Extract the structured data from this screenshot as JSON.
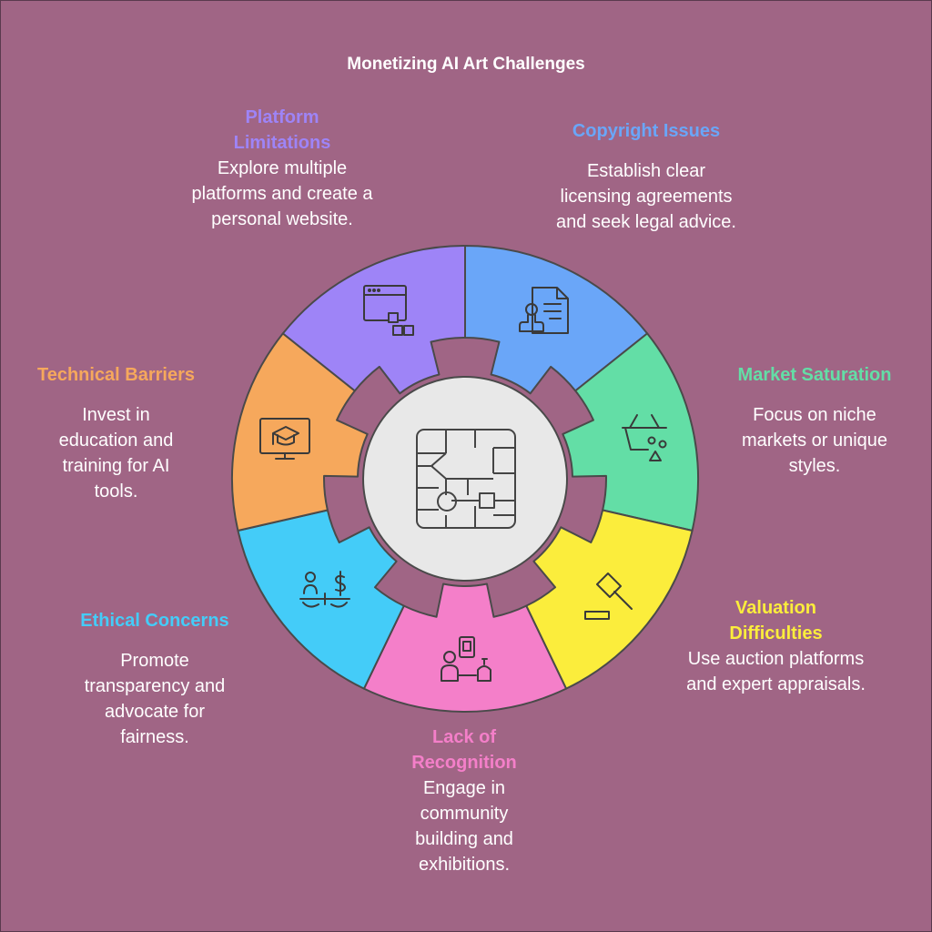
{
  "title": "Monetizing AI Art Challenges",
  "colors": {
    "background": "#a06585",
    "copyright": "#6aa6f8",
    "market": "#63dea6",
    "valuation": "#fbed3c",
    "recognition": "#f47fc9",
    "ethical": "#44ccf8",
    "technical": "#f6a85c",
    "platform": "#9e84f7",
    "center": "#e8e8e8"
  },
  "center": {
    "icon": "circuit-chip-icon"
  },
  "segments": [
    {
      "key": "copyright",
      "heading": "Copyright Issues",
      "description": "Establish clear licensing agreements and seek legal advice.",
      "icon": "document-stamp-icon"
    },
    {
      "key": "market",
      "heading": "Market Saturation",
      "description": "Focus on niche markets or unique styles.",
      "icon": "basket-shapes-icon"
    },
    {
      "key": "valuation",
      "heading": "Valuation Difficulties",
      "description": "Use auction platforms and expert appraisals.",
      "icon": "gavel-icon"
    },
    {
      "key": "recognition",
      "heading": "Lack of Recognition",
      "description": "Engage in community building and exhibitions.",
      "icon": "exhibition-visitor-icon"
    },
    {
      "key": "ethical",
      "heading": "Ethical Concerns",
      "description": "Promote transparency and advocate for fairness.",
      "icon": "scale-justice-icon"
    },
    {
      "key": "technical",
      "heading": "Technical Barriers",
      "description": "Invest in education and training for AI tools.",
      "icon": "graduation-monitor-icon"
    },
    {
      "key": "platform",
      "heading": "Platform Limitations",
      "description": "Explore multiple platforms and create a personal website.",
      "icon": "browser-window-icon"
    }
  ]
}
